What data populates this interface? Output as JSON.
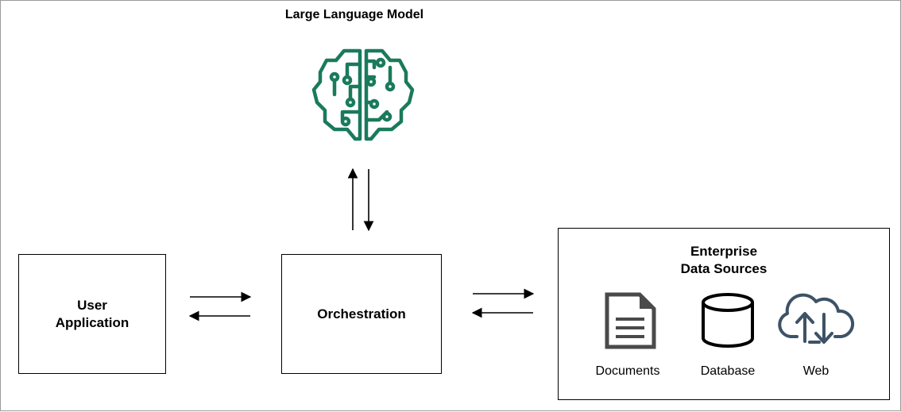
{
  "llm": {
    "title": "Large Language Model",
    "icon": "brain-circuit-icon",
    "icon_color": "#1a7a5c"
  },
  "user_app": {
    "label_line1": "User",
    "label_line2": "Application"
  },
  "orchestration": {
    "label": "Orchestration"
  },
  "enterprise": {
    "title_line1": "Enterprise",
    "title_line2": "Data Sources",
    "sources": [
      {
        "label": "Documents",
        "icon": "document-icon"
      },
      {
        "label": "Database",
        "icon": "database-icon"
      },
      {
        "label": "Web",
        "icon": "cloud-sync-icon"
      }
    ]
  }
}
